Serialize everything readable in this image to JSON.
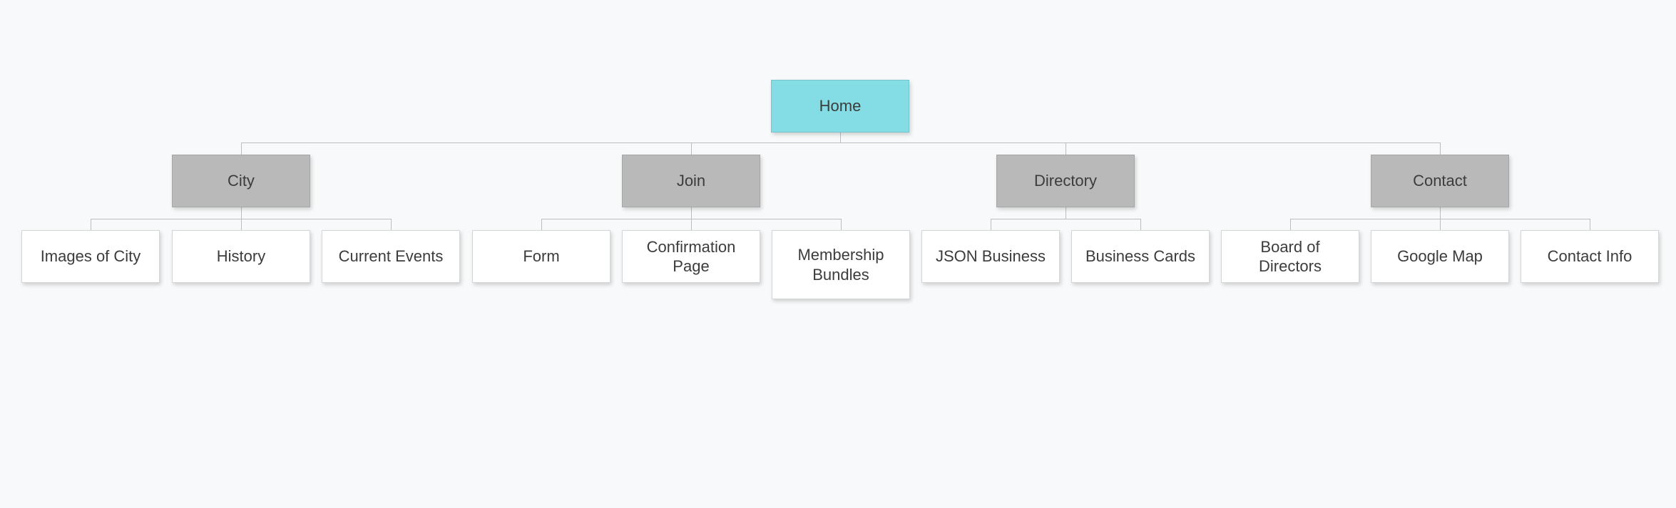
{
  "colors": {
    "background": "#f8f9fa",
    "root_fill": "#84dce4",
    "branch_fill": "#b9b9b9",
    "leaf_fill": "#ffffff",
    "connector": "#bbbec0",
    "text": "#3c3c3c",
    "leaf_border": "#d5d6d7"
  },
  "tree": {
    "root": {
      "label": "Home"
    },
    "branches": [
      {
        "label": "City",
        "children": [
          {
            "label": "Images of City"
          },
          {
            "label": "History"
          },
          {
            "label": "Current Events"
          }
        ]
      },
      {
        "label": "Join",
        "children": [
          {
            "label": "Form"
          },
          {
            "label": "Confirmation Page"
          },
          {
            "label": "Membership Bundles"
          }
        ]
      },
      {
        "label": "Directory",
        "children": [
          {
            "label": "JSON Business"
          },
          {
            "label": "Business Cards"
          }
        ]
      },
      {
        "label": "Contact",
        "children": [
          {
            "label": "Board of Directors"
          },
          {
            "label": "Google Map"
          },
          {
            "label": "Contact Info"
          }
        ]
      }
    ]
  }
}
